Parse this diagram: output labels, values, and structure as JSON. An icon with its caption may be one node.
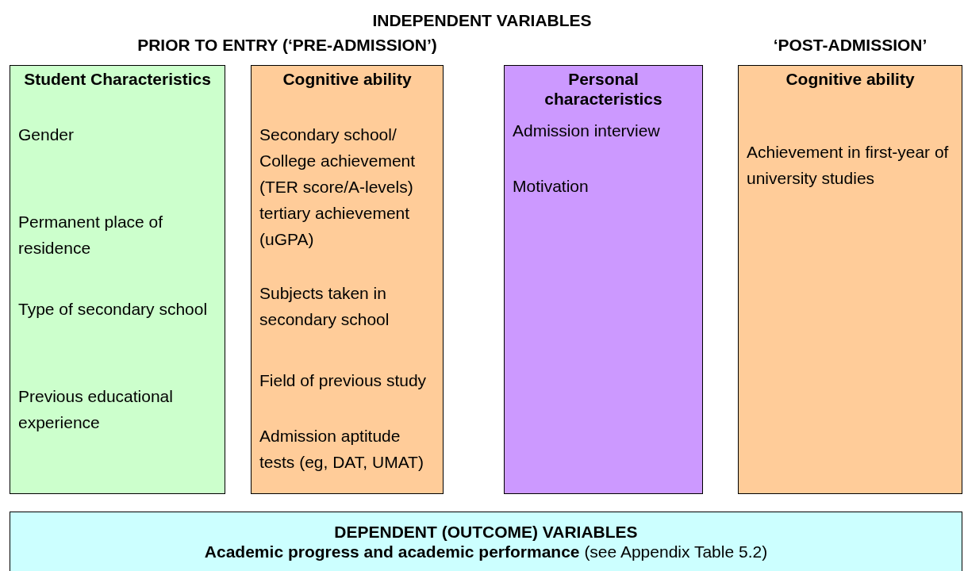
{
  "diagram": {
    "title": "INDEPENDENT VARIABLES",
    "nodes": [
      {
        "text": [
          "Student Characteristics",
          "Gender",
          "Permanent place of residence",
          "Type of secondary school",
          "Previous educational experience"
        ]
      },
      {
        "text": [
          "Cognitive ability",
          "Secondary school/ College achievement (TER score/A-levels) tertiary achievement (uGPA)",
          "Subjects taken in secondary school",
          "Field of previous study",
          "Admission aptitude tests (eg, DAT, UMAT)"
        ]
      },
      {
        "text": [
          "Personal characteristics",
          "Admission interview",
          "Motivation"
        ]
      },
      {
        "text": [
          "Cognitive ability",
          "Achievement in first-year of university studies"
        ]
      },
      {
        "text": [
          "DEPENDENT (OUTCOME) VARIABLES",
          "**Academic progress and academic performance** (see Appendix Table 5.2)"
        ]
      }
    ],
    "edges": [],
    "labels": [
      "PRIOR TO ENTRY (‘PRE-ADMISSION’)",
      "‘POST-ADMISSION’"
    ]
  }
}
